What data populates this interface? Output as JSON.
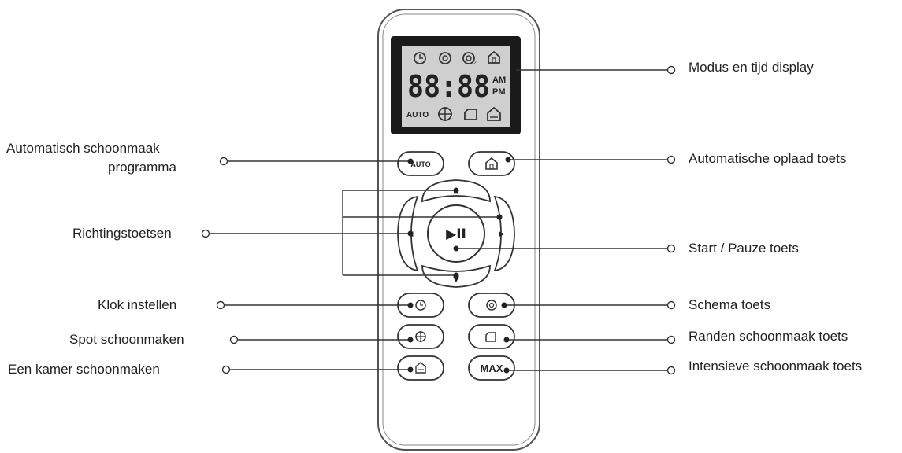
{
  "display": {
    "time_digits": "88:88",
    "am": "AM",
    "pm": "PM",
    "auto_text": "AUTO",
    "top_icons": [
      "clock-icon",
      "schedule-icon",
      "schedule-2-icon",
      "home-icon"
    ],
    "bottom_icons": [
      "spot-icon",
      "edge-icon",
      "room-icon"
    ]
  },
  "buttons": {
    "auto": "AUTO",
    "max": "MAX",
    "play_pause": "▶II",
    "up": "▲",
    "down": "▼",
    "left": "◀",
    "right": "▶"
  },
  "labels": {
    "auto_program_line1": "Automatisch schoonmaak",
    "auto_program_line2": "programma",
    "direction_keys": "Richtingstoetsen",
    "clock_set": "Klok instellen",
    "spot_clean": "Spot schoonmaken",
    "room_clean": "Een kamer schoonmaken",
    "mode_time_display": "Modus en tijd display",
    "auto_charge": "Automatische oplaad toets",
    "start_pause": "Start / Pauze toets",
    "schedule_key": "Schema toets",
    "edge_clean": "Randen schoonmaak toets",
    "intensive_clean": "Intensieve schoonmaak toets"
  },
  "colors": {
    "line": "#333333",
    "display_bg": "#1a1a1a",
    "lcd": "#cfcfcf",
    "outline": "#555555"
  }
}
